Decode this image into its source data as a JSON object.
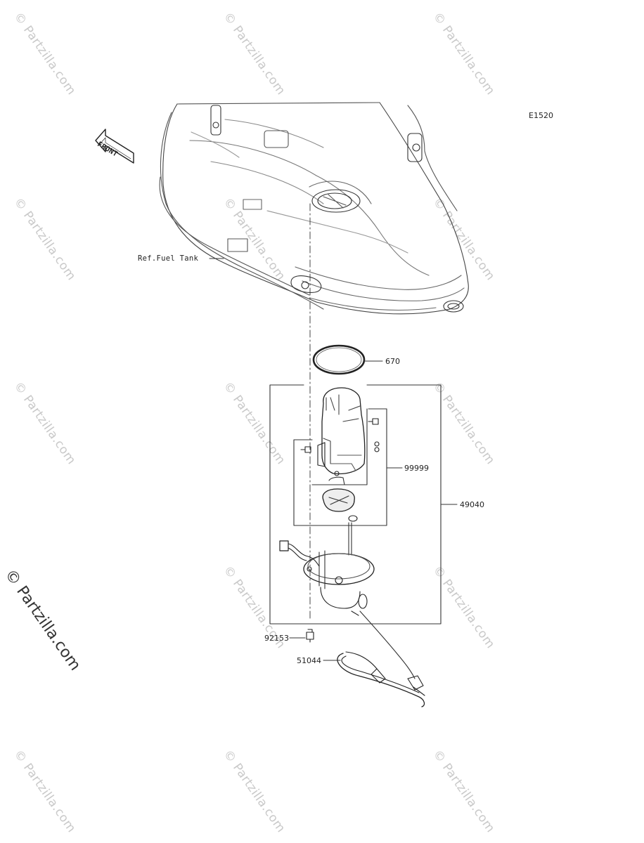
{
  "diagram": {
    "code": "E1520",
    "reference_label": "Ref.Fuel Tank",
    "front_label": "FRONT",
    "parts": [
      {
        "number": "670"
      },
      {
        "number": "99999"
      },
      {
        "number": "49040"
      },
      {
        "number": "92153"
      },
      {
        "number": "51044"
      }
    ]
  },
  "watermark": {
    "text": "© Partzilla.com",
    "large_text": "© Partzilla.com"
  }
}
